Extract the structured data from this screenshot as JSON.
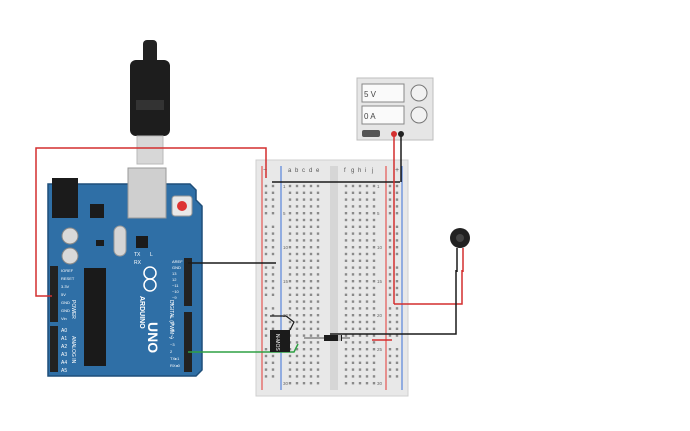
{
  "colors": {
    "background": "#ffffff",
    "arduino_board": "#2f6fa6",
    "arduino_dark": "#1f4f7a",
    "header": "#2a2a2a",
    "breadboard": "#e8e8e8",
    "rail_red": "#e53935",
    "rail_blue": "#3a6fd8",
    "wire_red": "#d32f2f",
    "wire_black": "#1a1a1a",
    "wire_green": "#2ea043",
    "power_supply": "#e6e6e6",
    "motor": "#222222"
  },
  "arduino": {
    "brand": "ARDUINO",
    "model": "UNO",
    "power_header_label": "POWER",
    "analog_header_label": "ANALOG IN",
    "digital_header_label": "DIGITAL (PWM~)",
    "power_pins": [
      "IOREF",
      "RESET",
      "3.3V",
      "5V",
      "GND",
      "GND",
      "Vin"
    ],
    "analog_pins": [
      "A0",
      "A1",
      "A2",
      "A3",
      "A4",
      "A5"
    ],
    "digital_pins_top": [
      "AREF",
      "GND",
      "13",
      "12",
      "~11",
      "~10",
      "~9",
      "8"
    ],
    "digital_pins_bottom": [
      "7",
      "~6",
      "~5",
      "4",
      "~3",
      "2",
      "TX▸1",
      "RX◂0"
    ],
    "tx_label": "TX",
    "rx_label": "RX",
    "l_label": "L"
  },
  "breadboard": {
    "column_letters_left": [
      "a",
      "b",
      "c",
      "d",
      "e"
    ],
    "column_letters_right": [
      "f",
      "g",
      "h",
      "i",
      "j"
    ],
    "row_numbers": [
      "1",
      "5",
      "10",
      "15",
      "20",
      "25",
      "30"
    ],
    "rail_plus": "+",
    "rail_minus": "−"
  },
  "power_supply": {
    "label_a": "5 V",
    "label_b": "0 A"
  },
  "component": {
    "mosfet_label": "N-MOS"
  }
}
